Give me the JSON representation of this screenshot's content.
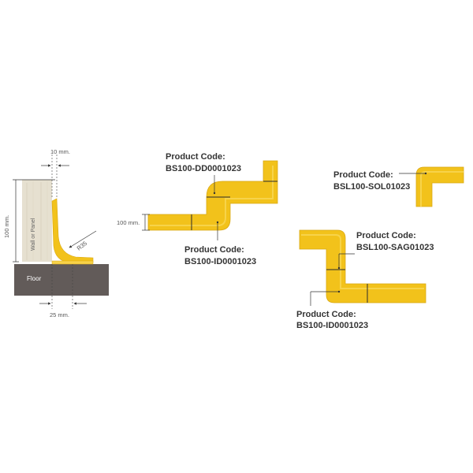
{
  "colors": {
    "profile": "#f2c21b",
    "profile_dark": "#d9a814",
    "profile_light": "#f7d34a",
    "floor": "#625b59",
    "wall": "#e6e0d0",
    "text": "#333333"
  },
  "section": {
    "top_dim": "10 mm.",
    "height_dim": "100 mm.",
    "wall_label": "Wall or Panel",
    "radius_label": "R35",
    "floor_label": "Floor",
    "bottom_dim": "25 mm."
  },
  "products": {
    "dd": {
      "title": "Product Code:",
      "code": "BS100-DD0001023"
    },
    "id_top": {
      "title": "Product Code:",
      "code": "BS100-ID0001023",
      "height_dim": "100 mm."
    },
    "sol": {
      "title": "Product Code:",
      "code": "BSL100-SOL01023"
    },
    "sag": {
      "title": "Product Code:",
      "code": "BSL100-SAG01023"
    },
    "id_bottom": {
      "title": "Product Code:",
      "code": "BS100-ID0001023"
    }
  }
}
